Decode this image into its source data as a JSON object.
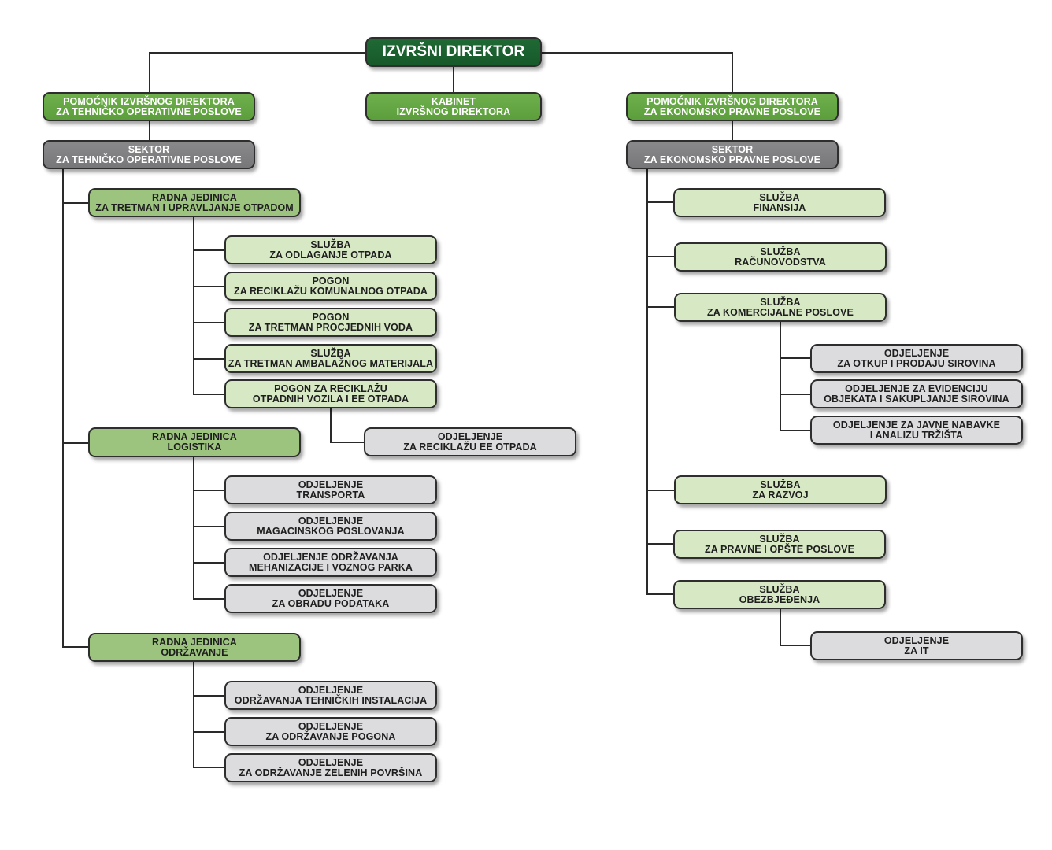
{
  "colors": {
    "executive": "#1b6330",
    "assistant": "#66a845",
    "sector": "#808083",
    "unit": "#9dc47f",
    "service": "#d6e8c4",
    "department": "#dcdcde",
    "connector": "#2a2a2a"
  },
  "nodes": {
    "ceo": [
      "IZVRŠNI DIREKTOR"
    ],
    "assistant_tech": [
      "POMOĆNIK IZVRŠNOG DIREKTORA",
      "ZA TEHNIČKO OPERATIVNE POSLOVE"
    ],
    "cabinet": [
      "KABINET",
      "IZVRŠNOG DIREKTORA"
    ],
    "assistant_econ": [
      "POMOĆNIK IZVRŠNOG DIREKTORA",
      "ZA EKONOMSKO PRAVNE POSLOVE"
    ],
    "sector_tech": [
      "SEKTOR",
      "ZA TEHNIČKO OPERATIVNE POSLOVE"
    ],
    "sector_econ": [
      "SEKTOR",
      "ZA EKONOMSKO PRAVNE POSLOVE"
    ],
    "unit_waste": [
      "RADNA JEDINICA",
      "ZA TRETMAN I UPRAVLJANJE OTPADOM"
    ],
    "svc_disposal": [
      "SLUŽBA",
      "ZA ODLAGANJE OTPADA"
    ],
    "plant_municipal": [
      "POGON",
      "ZA RECIKLAŽU KOMUNALNOG OTPADA"
    ],
    "plant_leachate": [
      "POGON",
      "ZA TRETMAN PROCJEDNIH VODA"
    ],
    "svc_packaging": [
      "SLUŽBA",
      "ZA TRETMAN AMBALAŽNOG MATERIJALA"
    ],
    "plant_vehicles": [
      "POGON ZA RECIKLAŽU",
      "OTPADNIH VOZILA I EE OTPADA"
    ],
    "dept_ee": [
      "ODJELJENJE",
      "ZA RECIKLAŽU EE OTPADA"
    ],
    "unit_logistics": [
      "RADNA JEDINICA",
      "LOGISTIKA"
    ],
    "dept_transport": [
      "ODJELJENJE",
      "TRANSPORTA"
    ],
    "dept_warehouse": [
      "ODJELJENJE",
      "MAGACINSKOG POSLOVANJA"
    ],
    "dept_fleet": [
      "ODJELJENJE ODRŽAVANJA",
      "MEHANIZACIJE I VOZNOG PARKA"
    ],
    "dept_data": [
      "ODJELJENJE",
      "ZA OBRADU PODATAKA"
    ],
    "unit_maintenance": [
      "RADNA JEDINICA",
      "ODRŽAVANJE"
    ],
    "dept_installations": [
      "ODJELJENJE",
      "ODRŽAVANJA TEHNIČKIH INSTALACIJA"
    ],
    "dept_plants": [
      "ODJELJENJE",
      "ZA ODRŽAVANJE POGONA"
    ],
    "dept_green": [
      "ODJELJENJE",
      "ZA ODRŽAVANJE ZELENIH POVRŠINA"
    ],
    "svc_finance": [
      "SLUŽBA",
      "FINANSIJA"
    ],
    "svc_accounting": [
      "SLUŽBA",
      "RAČUNOVODSTVA"
    ],
    "svc_commercial": [
      "SLUŽBA",
      "ZA KOMERCIJALNE POSLOVE"
    ],
    "dept_purchase": [
      "ODJELJENJE",
      "ZA OTKUP I PRODAJU SIROVINA"
    ],
    "dept_records": [
      "ODJELJENJE ZA EVIDENCIJU",
      "OBJEKATA I SAKUPLJANJE SIROVINA"
    ],
    "dept_procurement": [
      "ODJELJENJE ZA JAVNE NABAVKE",
      "I ANALIZU TRŽIŠTA"
    ],
    "svc_development": [
      "SLUŽBA",
      "ZA RAZVOJ"
    ],
    "svc_legal": [
      "SLUŽBA",
      "ZA PRAVNE I OPŠTE POSLOVE"
    ],
    "svc_security": [
      "SLUŽBA",
      "OBEZBJEĐENJA"
    ],
    "dept_it": [
      "ODJELJENJE",
      "ZA IT"
    ]
  }
}
